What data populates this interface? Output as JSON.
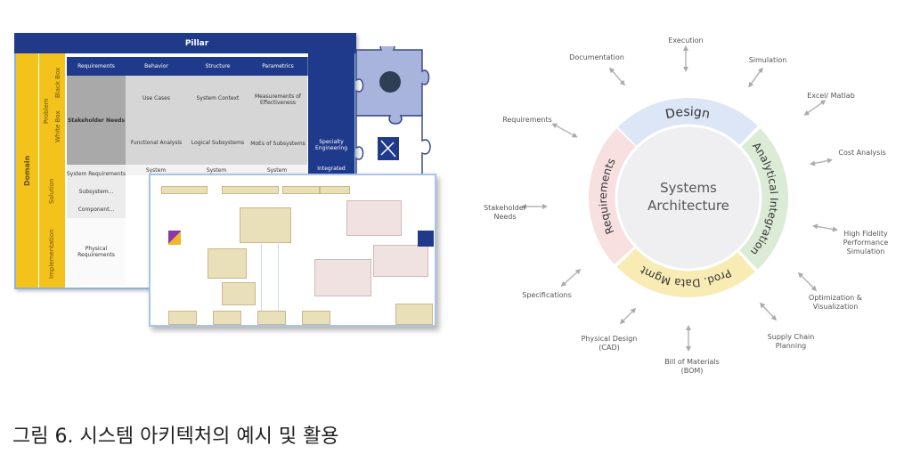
{
  "left_figure": {
    "header": "Pillar",
    "domain_label": "Domain",
    "row_labels": [
      "Problem",
      "Black Box",
      "White Box",
      "Solution",
      "Implementation"
    ],
    "column_headers": [
      "Requirements",
      "Behavior",
      "Structure",
      "Parametrics"
    ],
    "side_column": [
      "Specialty Engineering",
      "Integrated"
    ],
    "cells": {
      "stakeholder_needs": "Stakeholder Needs",
      "use_cases": "Use Cases",
      "system_context": "System Context",
      "moe": "Measurements of Effectiveness",
      "functional_analysis": "Functional Analysis",
      "logical_subsystems": "Logical Subsystems",
      "moes_subsystems": "MoEs of Subsystems",
      "system_requirements": "System Requirements",
      "subsystem": "Subsystem...",
      "component": "Component...",
      "physical_requirements": "Physical Requirements",
      "row2_behavior": "System",
      "row2_structure": "System",
      "row2_parametrics": "System"
    }
  },
  "cycle": {
    "center": [
      "Systems",
      "Architecture"
    ],
    "segments": [
      {
        "label": "Design",
        "color": "#dce6f6"
      },
      {
        "label": "Analytical Integration",
        "color": "#dcebd6"
      },
      {
        "label": "Prod. Data Mgmt",
        "color": "#f8ecb4"
      },
      {
        "label": "Requirements",
        "color": "#f8dfe0"
      }
    ],
    "satellites": {
      "execution": "Execution",
      "documentation": "Documentation",
      "simulation": "Simulation",
      "excel_matlab": "Excel/ Matlab",
      "requirements": "Requirements",
      "cost_analysis": "Cost Analysis",
      "stakeholder_1": "Stakeholder",
      "stakeholder_2": "Needs",
      "hifi_1": "High Fidelity",
      "hifi_2": "Performance",
      "hifi_3": "Simulation",
      "specifications": "Specifications",
      "opt_1": "Optimization &",
      "opt_2": "Visualization",
      "cad_1": "Physical Design",
      "cad_2": "(CAD)",
      "supply_1": "Supply Chain",
      "supply_2": "Planning",
      "bom_1": "Bill of Materials",
      "bom_2": "(BOM)"
    }
  },
  "caption": "그림 6. 시스템 아키텍처의 예시 및 활용"
}
